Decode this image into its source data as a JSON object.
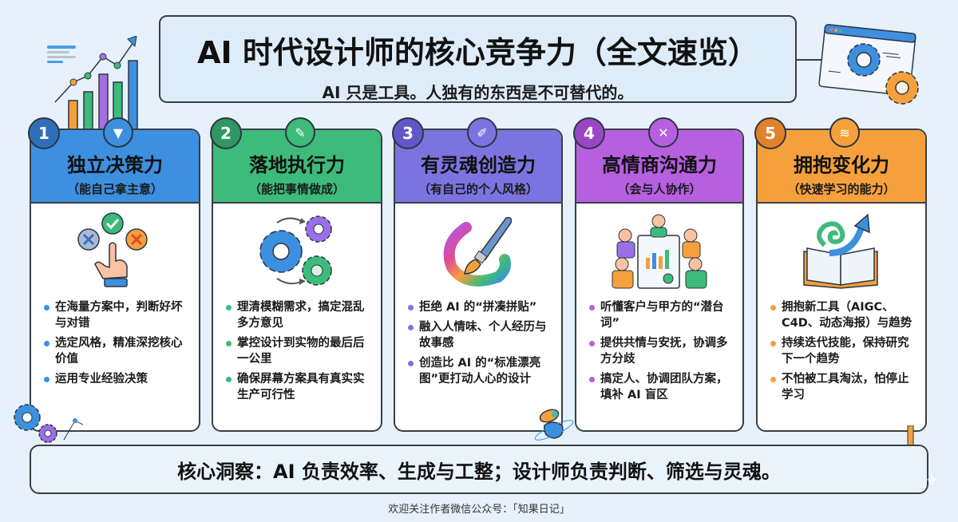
{
  "header": {
    "title": "AI 时代设计师的核心竞争力（全文速览）",
    "subtitle": "AI 只是工具。人独有的东西是不可替代的。"
  },
  "cards": [
    {
      "number": "1",
      "title": "独立决策力",
      "subtitle": "（能自己拿主意）",
      "color": "#3d8fe0",
      "badge_color": "#2f6fb8",
      "dot_color": "#3d8fe0",
      "badge_icon": "funnel-icon",
      "illustration": "hand-choosing-options-icon",
      "bullets": [
        "在海量方案中，判断好坏与对错",
        "选定风格，精准深挖核心价值",
        "运用专业经验决策"
      ]
    },
    {
      "number": "2",
      "title": "落地执行力",
      "subtitle": "（能把事情做成）",
      "color": "#3dbb7a",
      "badge_color": "#2f9862",
      "dot_color": "#3dbb7a",
      "badge_icon": "wrench-icon",
      "illustration": "gears-icon",
      "bullets": [
        "理清模糊需求，搞定混乱多方意见",
        "掌控设计到实物的最后后一公里",
        "确保屏幕方案具有真实实生产可行性"
      ]
    },
    {
      "number": "3",
      "title": "有灵魂创造力",
      "subtitle": "（有自己的个人风格）",
      "color": "#7b74e0",
      "badge_color": "#6158c8",
      "dot_color": "#7b74e0",
      "badge_icon": "pencil-icon",
      "illustration": "paintbrush-icon",
      "bullets": [
        "拒绝 AI 的“拼凑拼贴”",
        "融入人情味、个人经历与故事感",
        "创造比 AI 的“标准漂亮图”更打动人心的设计"
      ]
    },
    {
      "number": "4",
      "title": "高情商沟通力",
      "subtitle": "（会与人协作）",
      "color": "#b660e0",
      "badge_color": "#9a46c4",
      "dot_color": "#b660e0",
      "badge_icon": "collaboration-icon",
      "illustration": "team-meeting-icon",
      "bullets": [
        "听懂客户与甲方的“潜台词”",
        "提供共情与安抚，协调多方分歧",
        "搞定人、协调团队方案，填补 AI 盲区"
      ]
    },
    {
      "number": "5",
      "title": "拥抱变化力",
      "subtitle": "（快速学习的能力）",
      "color": "#f5a03c",
      "badge_color": "#e0822a",
      "dot_color": "#f5a03c",
      "badge_icon": "swift-icon",
      "illustration": "book-growth-icon",
      "bullets": [
        "拥抱新工具（AIGC、C4D、动态海报）与趋势",
        "持续迭代技能，保持研究下一个趋势",
        "不怕被工具淘汰，怕停止学习"
      ]
    }
  ],
  "insight": "核心洞察：AI 负责效率、生成与工整；设计师负责判断、筛选与灵魂。",
  "footer": "欢迎关注作者微信公众号：「知果日记」"
}
